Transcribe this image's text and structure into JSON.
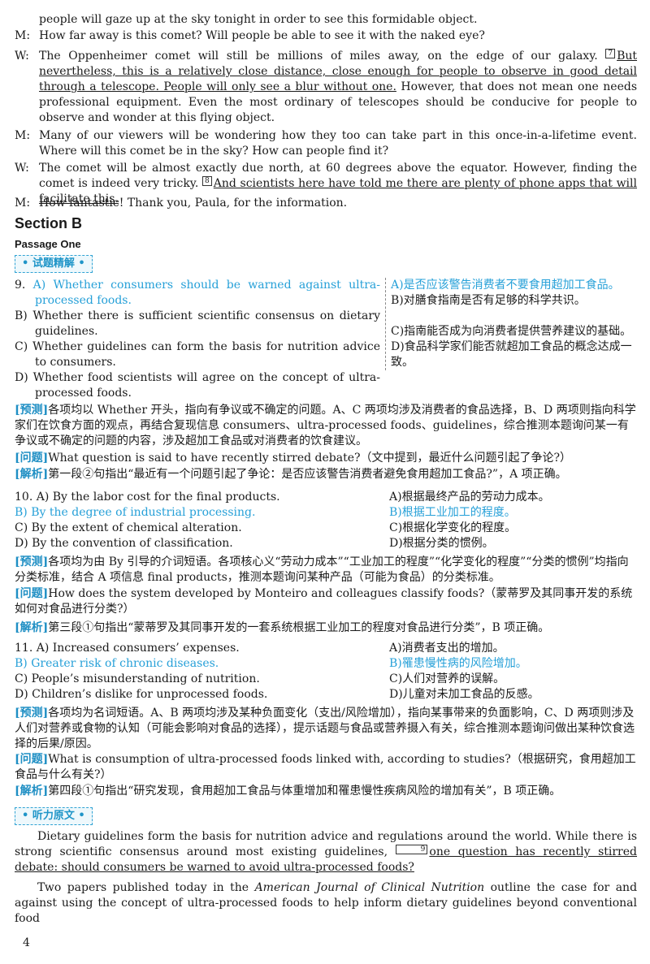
{
  "dialogue": [
    {
      "speaker": "",
      "text": "people will gaze up at the sky tonight in order to see this formidable object."
    },
    {
      "speaker": "M:",
      "text": "How far away is this comet? Will people be able to see it with the naked eye?"
    },
    {
      "speaker": "W:",
      "text_a": "The Oppenheimer comet will still be millions of miles away, on the edge of our galaxy.",
      "marker": "7",
      "text_u": "But nevertheless, this is a relatively close distance, close enough for people to observe in good detail through a telescope. People will only see a blur without one.",
      "text_b": "However, that does not mean one needs professional equipment. Even the most ordinary of telescopes should be conducive for people to observe and wonder at this flying object."
    },
    {
      "speaker": "M:",
      "text": "Many of our viewers will be wondering how they too can take part in this once-in-a-lifetime event. Where will this comet be in the sky? How can people find it?"
    },
    {
      "speaker": "W:",
      "text_a": "The comet will be almost exactly due north, at 60 degrees above the equator. However, finding the comet is indeed very tricky.",
      "marker": "8",
      "text_u": "And scientists here have told me there are plenty of phone apps that will facilitate this."
    },
    {
      "speaker": "M:",
      "text": "How fantastic! Thank you, Paula, for the information."
    }
  ],
  "section": "Section B",
  "passage": "Passage One",
  "tag1": "• 试题精解 •",
  "tag2": "• 听力原文 •",
  "labels": {
    "predict": "[预测]",
    "question": "[问题]",
    "analysis": "[解析]"
  },
  "q9": {
    "num": "9.",
    "options_en": [
      "A) Whether consumers should be warned against ultra-processed foods.",
      "B) Whether there is sufficient scientific consensus on dietary guidelines.",
      "C) Whether guidelines can form the basis for nutrition advice to consumers.",
      "D) Whether food scientists will agree on the concept of ultra-processed foods."
    ],
    "options_cn": [
      "A)是否应该警告消费者不要食用超加工食品。",
      "B)对膳食指南是否有足够的科学共识。",
      "C)指南能否成为向消费者提供营养建议的基础。",
      "D)食品科学家们能否就超加工食品的概念达成一致。"
    ],
    "predict": "各项均以 Whether 开头，指向有争议或不确定的问题。A、C 两项均涉及消费者的食品选择，B、D 两项则指向科学家们在饮食方面的观点，再结合复现信息 consumers、ultra-processed foods、guidelines，综合推测本题询问某一有争议或不确定的问题的内容，涉及超加工食品或对消费者的饮食建议。",
    "question": "What question is said to have recently stirred debate?（文中提到，最近什么问题引起了争论?）",
    "analysis": "第一段②句指出“最近有一个问题引起了争论：是否应该警告消费者避免食用超加工食品?”，A 项正确。"
  },
  "q10": {
    "num": "10.",
    "options_en": [
      "A) By the labor cost for the final products.",
      "B) By the degree of industrial processing.",
      "C) By the extent of chemical alteration.",
      "D) By the convention of classification."
    ],
    "options_cn": [
      "A)根据最终产品的劳动力成本。",
      "B)根据工业加工的程度。",
      "C)根据化学变化的程度。",
      "D)根据分类的惯例。"
    ],
    "predict": "各项均为由 By 引导的介词短语。各项核心义“劳动力成本”“工业加工的程度”“化学变化的程度”“分类的惯例”均指向分类标准，结合 A 项信息 final products，推测本题询问某种产品（可能为食品）的分类标准。",
    "question": "How does the system developed by Monteiro and colleagues classify foods?（蒙蒂罗及其同事开发的系统如何对食品进行分类?）",
    "analysis": "第三段①句指出“蒙蒂罗及其同事开发的一套系统根据工业加工的程度对食品进行分类”，B 项正确。"
  },
  "q11": {
    "num": "11.",
    "options_en": [
      "A) Increased consumers’ expenses.",
      "B) Greater risk of chronic diseases.",
      "C) People’s misunderstanding of nutrition.",
      "D) Children’s dislike for unprocessed foods."
    ],
    "options_cn": [
      "A)消费者支出的增加。",
      "B)罹患慢性病的风险增加。",
      "C)人们对营养的误解。",
      "D)儿童对未加工食品的反感。"
    ],
    "predict": "各项均为名词短语。A、B 两项均涉及某种负面变化（支出/风险增加），指向某事带来的负面影响，C、D 两项则涉及人们对营养或食物的认知（可能会影响对食品的选择），提示话题与食品或营养摄入有关，综合推测本题询问做出某种饮食选择的后果/原因。",
    "question": "What is consumption of ultra-processed foods linked with, according to studies?（根据研究，食用超加工食品与什么有关?）",
    "analysis": "第四段①句指出“研究发现，食用超加工食品与体重增加和罹患慢性疾病风险的增加有关”，B 项正确。"
  },
  "transcript": {
    "p1_a": "Dietary guidelines form the basis for nutrition advice and regulations around the world. While there is strong scientific consensus around most existing guidelines,",
    "marker": "9",
    "p1_u": "one question has recently stirred debate: should consumers be warned to avoid ultra-processed foods?",
    "p2_a": "Two papers published today in the",
    "p2_journal": "American Journal of Clinical Nutrition",
    "p2_b": "outline the case for and against using the concept of ultra-processed foods to help inform dietary guidelines beyond conventional food"
  },
  "page_number": "4"
}
